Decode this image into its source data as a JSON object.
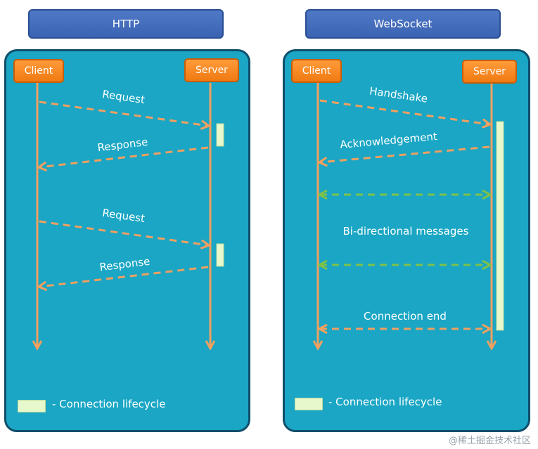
{
  "http": {
    "title": "HTTP",
    "client": "Client",
    "server": "Server",
    "messages": [
      "Request",
      "Response",
      "Request",
      "Response"
    ],
    "legend": "- Connection lifecycle"
  },
  "websocket": {
    "title": "WebSocket",
    "client": "Client",
    "server": "Server",
    "messages": [
      "Handshake",
      "Acknowledgement",
      "Bi-directional messages",
      "Connection end"
    ],
    "legend": "- Connection lifecycle"
  },
  "watermark": "@稀土掘金技术社区",
  "colors": {
    "panel": "#1aa6c4",
    "panel_border": "#0f4f6b",
    "title_box": "#3b63b3",
    "actor": "#f07a12",
    "orange_arrow": "#f0a060",
    "green_arrow": "#7dc24a",
    "lifecycle": "#e6f8cc"
  }
}
